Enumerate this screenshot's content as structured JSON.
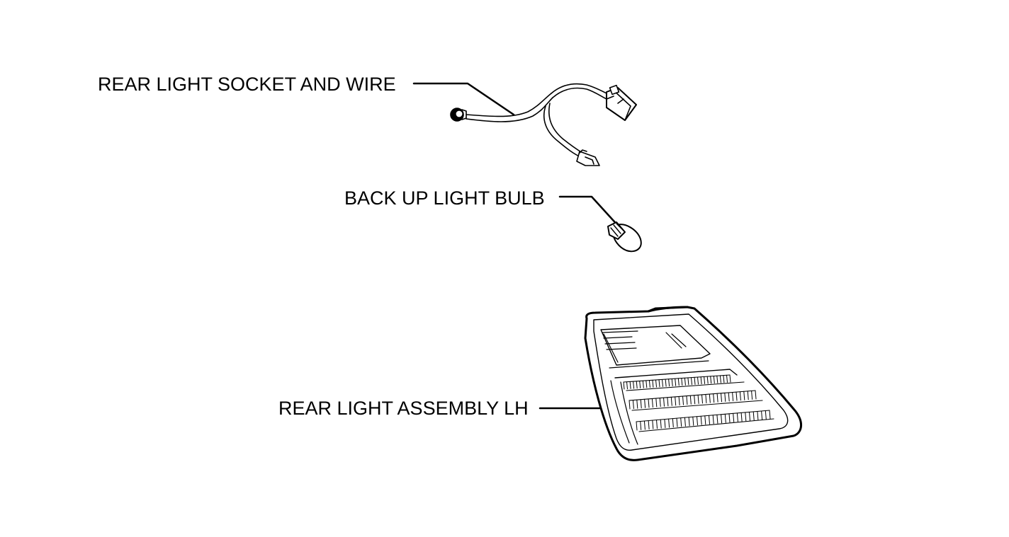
{
  "labels": {
    "socket_and_wire": "REAR LIGHT SOCKET AND WIRE",
    "back_up_bulb": "BACK UP LIGHT BULB",
    "assembly_lh": "REAR LIGHT ASSEMBLY LH"
  },
  "colors": {
    "line": "#000000",
    "background": "#ffffff"
  }
}
